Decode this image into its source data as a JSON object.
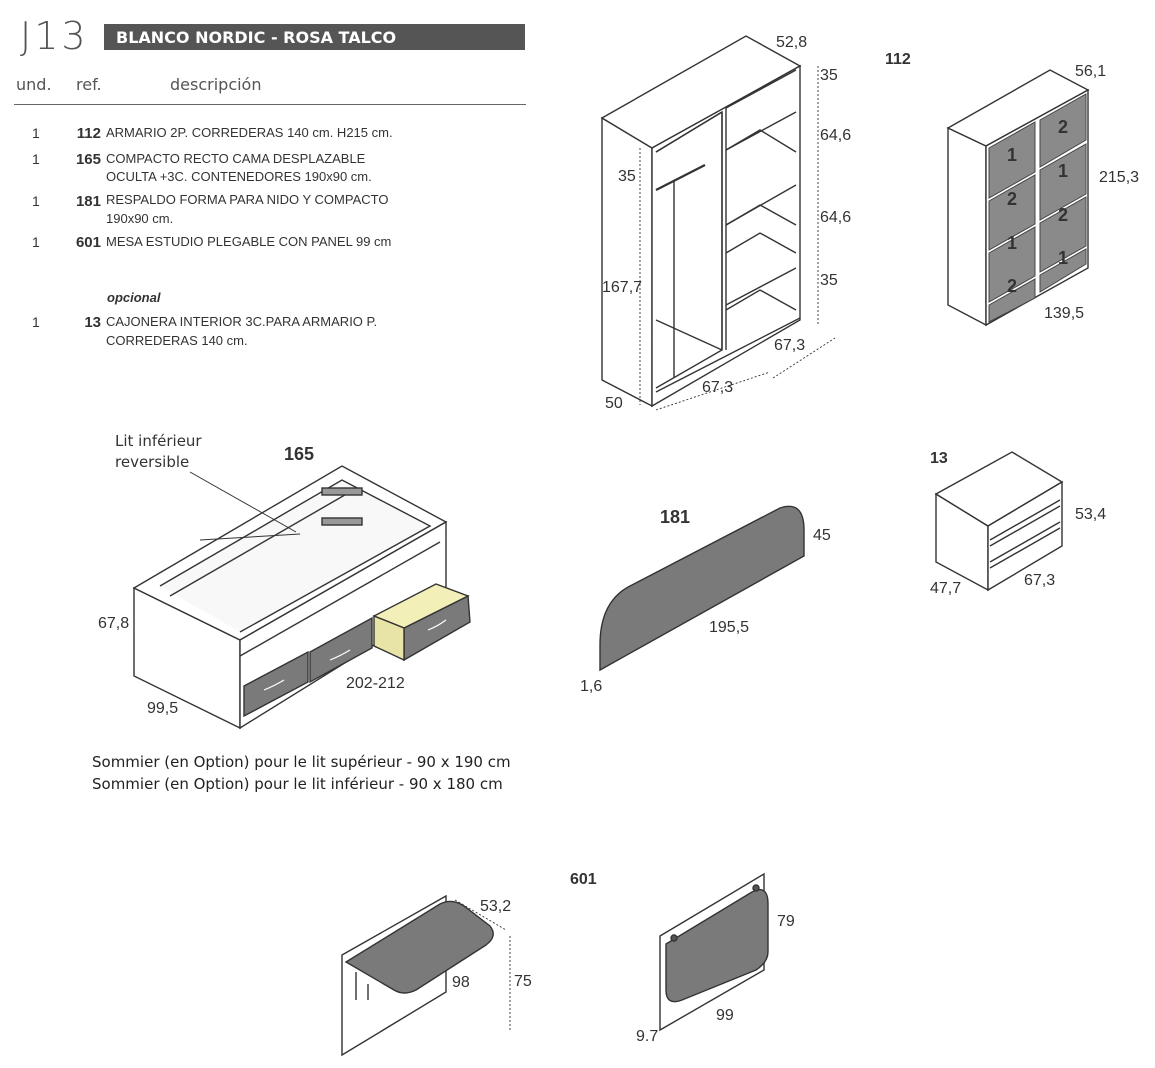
{
  "header": {
    "code": "J13",
    "title": "BLANCO NORDIC - ROSA TALCO",
    "col_und": "und.",
    "col_ref": "ref.",
    "col_desc": "descripción"
  },
  "items": [
    {
      "qty": "1",
      "ref": "112",
      "desc": [
        "ARMARIO 2P. CORREDERAS 140 cm. H215 cm."
      ]
    },
    {
      "qty": "1",
      "ref": "165",
      "desc": [
        "COMPACTO RECTO CAMA DESPLAZABLE",
        "OCULTA +3C. CONTENEDORES  190x90 cm."
      ]
    },
    {
      "qty": "1",
      "ref": "181",
      "desc": [
        "RESPALDO FORMA PARA NIDO Y COMPACTO",
        "190x90 cm."
      ]
    },
    {
      "qty": "1",
      "ref": "601",
      "desc": [
        "MESA ESTUDIO PLEGABLE CON PANEL 99 cm"
      ]
    }
  ],
  "optional_label": "opcional",
  "optional_item": {
    "qty": "1",
    "ref": "13",
    "desc": [
      "CAJONERA INTERIOR 3C.PARA ARMARIO P.",
      "CORREDERAS 140 cm."
    ]
  },
  "wardrobe_open": {
    "dims": {
      "top_depth": "52,8",
      "shelf_top": "35",
      "shelf_mid1": "64,6",
      "shelf_mid2": "64,6",
      "shelf_bottom": "35",
      "left_top": "35",
      "left_height": "167,7",
      "plinth": "50",
      "width_front": "67,3",
      "width_right": "67,3"
    }
  },
  "wardrobe_closed": {
    "label": "112",
    "dims": {
      "depth": "56,1",
      "height": "215,3",
      "width": "139,5"
    },
    "door_numbers": [
      "1",
      "2",
      "1",
      "2",
      "2",
      "1",
      "2",
      "1"
    ]
  },
  "bed": {
    "label": "165",
    "callout": [
      "Lit inférieur",
      "reversible"
    ],
    "dims": {
      "height": "67,8",
      "depth": "99,5",
      "length": "202-212"
    }
  },
  "headboard": {
    "label": "181",
    "dims": {
      "height": "45",
      "length": "195,5",
      "thickness": "1,6"
    }
  },
  "drawer_unit": {
    "label": "13",
    "dims": {
      "height": "53,4",
      "depth": "47,7",
      "width": "67,3"
    }
  },
  "notes": [
    "Sommier (en Option) pour le lit supérieur - 90 x 190 cm",
    "Sommier (en Option) pour le lit inférieur - 90 x 180 cm"
  ],
  "desk": {
    "label": "601",
    "open_dims": {
      "depth": "53,2",
      "width": "98",
      "height": "75"
    },
    "closed_dims": {
      "height": "79",
      "width": "99",
      "thickness": "9.7"
    }
  },
  "colors": {
    "header_bar": "#555555",
    "panel_grey": "#7a7a7a",
    "line": "#333333",
    "drawer_light": "#f3efb8"
  }
}
